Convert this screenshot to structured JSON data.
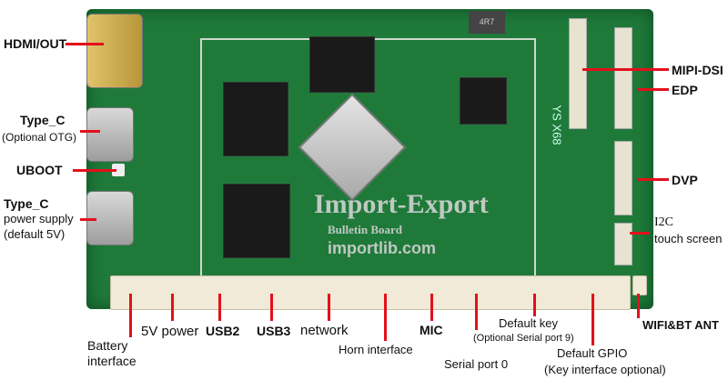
{
  "left_labels": {
    "hdmi": "HDMI/OUT",
    "type_c_otg": "Type_C",
    "type_c_otg_note": "(Optional OTG)",
    "uboot": "UBOOT",
    "type_c_power": "Type_C",
    "type_c_power_l2": "power supply",
    "type_c_power_l3": "(default 5V)"
  },
  "right_labels": {
    "mipi": "MIPI-DSI",
    "edp": "EDP",
    "dvp": "DVP",
    "i2c": "I2C",
    "i2c_l2": "touch screen"
  },
  "bottom_labels": {
    "battery": "Battery",
    "battery_l2": "interface",
    "power5v": "5V power",
    "usb2": "USB2",
    "usb3": "USB3",
    "network": "network",
    "horn": "Horn interface",
    "mic": "MIC",
    "serial0": "Serial port 0",
    "default_key": "Default key",
    "default_key_note": "(Optional Serial port 9)",
    "wifi": "WIFI&BT ANT",
    "gpio": "Default GPIO",
    "gpio_note": "(Key interface optional)"
  },
  "watermark": {
    "line1": "Import-Export",
    "line2": "Bulletin Board",
    "line3": "importlib.com"
  },
  "board_text": {
    "model": "YS X68",
    "chip": "4R7"
  }
}
